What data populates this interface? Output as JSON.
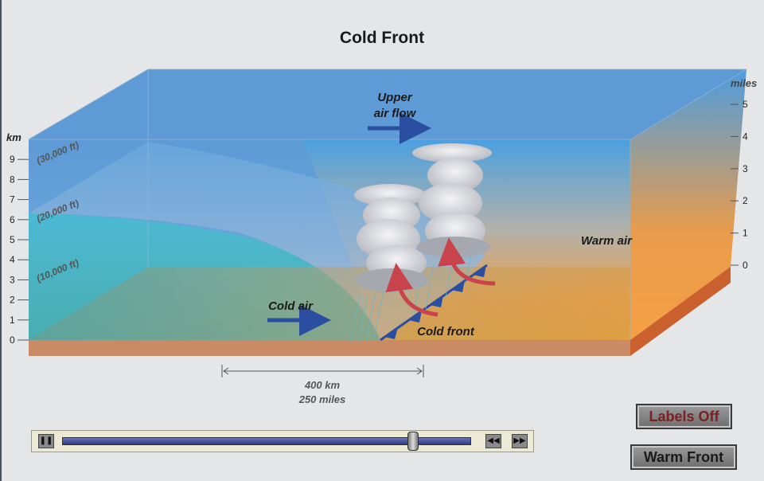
{
  "title": "Cold Front",
  "axis_left": {
    "unit": "km",
    "ticks": [
      "0",
      "1",
      "2",
      "3",
      "4",
      "5",
      "6",
      "7",
      "8",
      "9"
    ],
    "feet_labels": [
      "(10,000 ft)",
      "(20,000 ft)",
      "(30,000 ft)"
    ]
  },
  "axis_right": {
    "unit": "miles",
    "ticks": [
      "0",
      "1",
      "2",
      "3",
      "4",
      "5"
    ]
  },
  "labels": {
    "upper_air_1": "Upper",
    "upper_air_2": "air flow",
    "cold_air": "Cold air",
    "warm_air": "Warm air",
    "cold_front": "Cold  front"
  },
  "scale": {
    "km": "400 km",
    "miles": "250 miles"
  },
  "buttons": {
    "labels_toggle": "Labels Off",
    "front_toggle": "Warm Front"
  },
  "player": {
    "pause_icon": "pause-icon",
    "rewind_icon": "rewind-icon",
    "fast_forward_icon": "fast-forward-icon",
    "progress": 0.86
  },
  "colors": {
    "sky": "#5e9fd8",
    "cold_air": "#49b7cf",
    "warm_air": "#f0a040",
    "front_arrow": "#2a4fa0",
    "warm_arrow": "#c8434b"
  }
}
